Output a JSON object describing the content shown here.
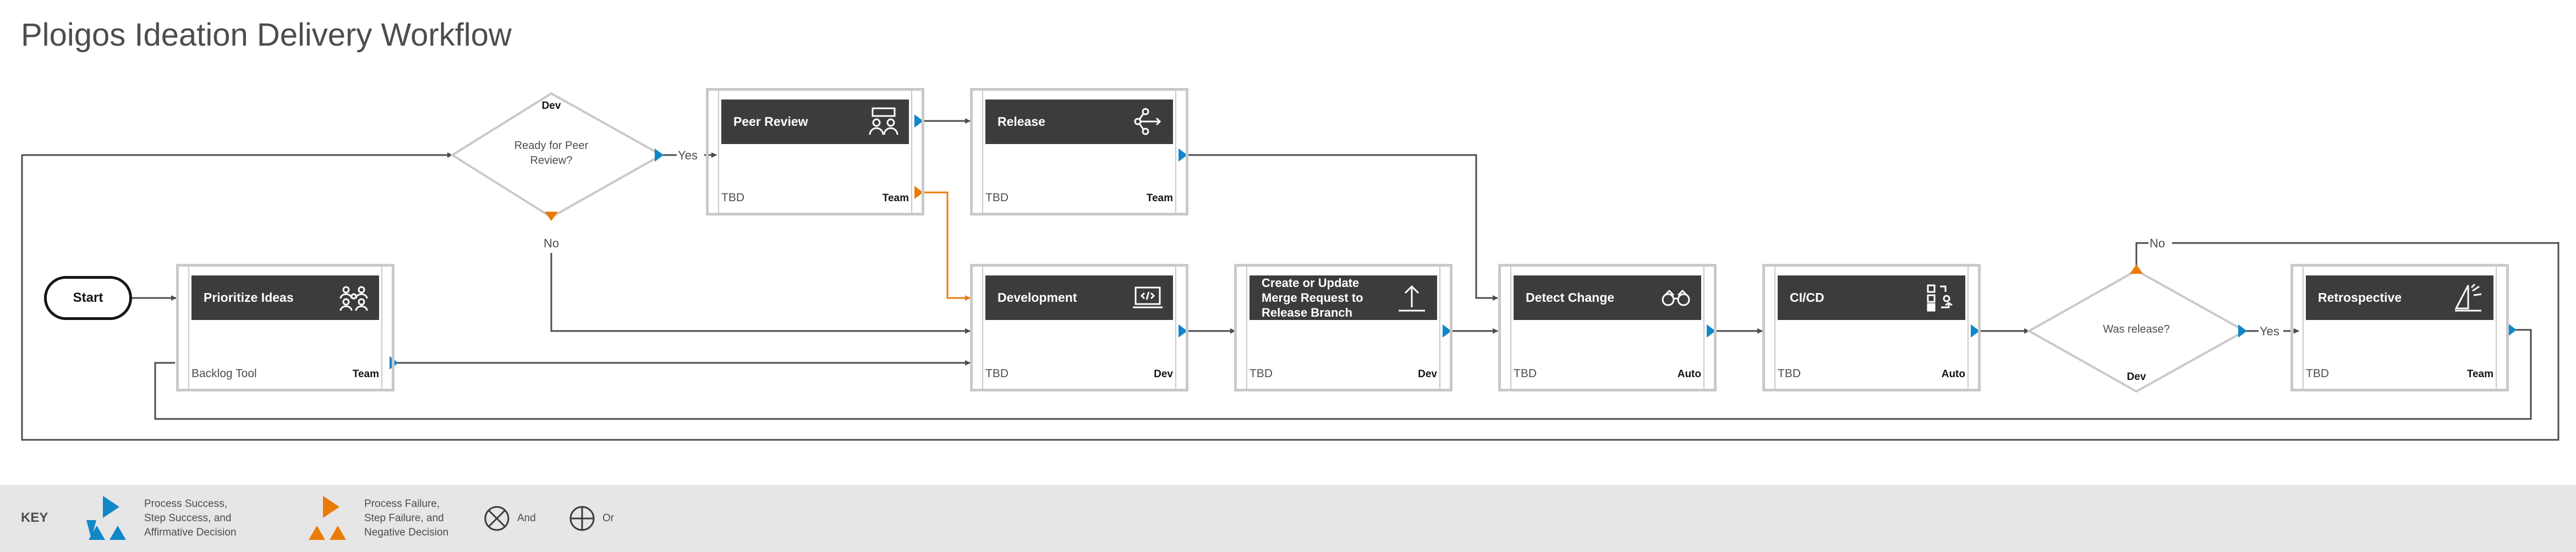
{
  "title": "Ploigos Ideation Delivery Workflow",
  "start_label": "Start",
  "colors": {
    "success": "#0f87c8",
    "failure": "#ec7a08",
    "box_header": "#3c3c3c",
    "frame": "#c9c9c9",
    "line": "#4d4d4d"
  },
  "steps": [
    {
      "id": "prioritize",
      "title": "Prioritize Ideas",
      "tool": "Backlog Tool",
      "role": "Team",
      "icon": "people-group-icon"
    },
    {
      "id": "peer-review",
      "title": "Peer Review",
      "tool": "TBD",
      "role": "Team",
      "icon": "reviewers-icon"
    },
    {
      "id": "release",
      "title": "Release",
      "tool": "TBD",
      "role": "Team",
      "icon": "branch-flow-icon"
    },
    {
      "id": "development",
      "title": "Development",
      "tool": "TBD",
      "role": "Dev",
      "icon": "laptop-code-icon"
    },
    {
      "id": "merge-request",
      "title": "Create or Update\nMerge Request to\nRelease Branch",
      "tool": "TBD",
      "role": "Dev",
      "icon": "upload-arrow-icon"
    },
    {
      "id": "detect-change",
      "title": "Detect Change",
      "tool": "TBD",
      "role": "Auto",
      "icon": "binoculars-icon"
    },
    {
      "id": "cicd",
      "title": "CI/CD",
      "tool": "TBD",
      "role": "Auto",
      "icon": "pipeline-icon"
    },
    {
      "id": "retrospective",
      "title": "Retrospective",
      "tool": "TBD",
      "role": "Team",
      "icon": "sail-icon"
    }
  ],
  "decisions": [
    {
      "id": "ready-peer-review",
      "question": "Ready for Peer\nReview?",
      "role": "Dev",
      "yes": "Yes",
      "no": "No"
    },
    {
      "id": "was-release",
      "question": "Was release?",
      "role": "Dev",
      "yes": "Yes",
      "no": "No"
    }
  ],
  "key": {
    "title": "KEY",
    "success_text": "Process Success,\nStep Success, and\nAffirmative Decision",
    "failure_text": "Process Failure,\nStep Failure, and\nNegative Decision",
    "and_text": "And",
    "or_text": "Or"
  }
}
